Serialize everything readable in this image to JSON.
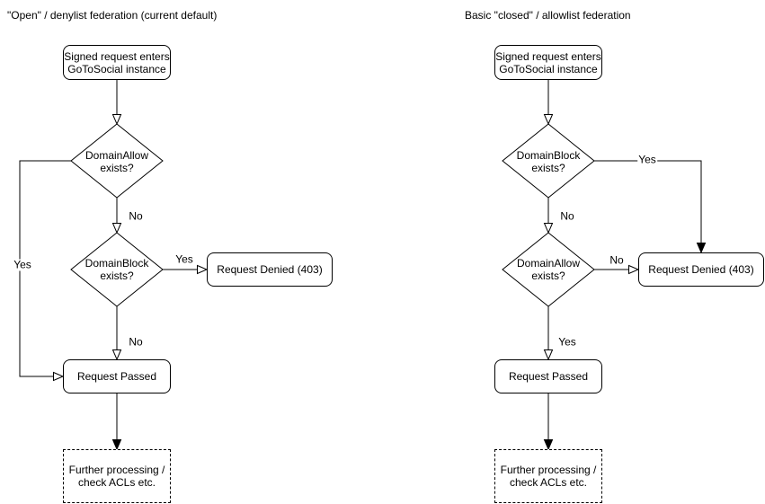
{
  "diagram": {
    "left": {
      "title": "\"Open\" / denylist federation (current default)",
      "nodes": {
        "start": "Signed request enters\nGoToSocial instance",
        "decision1": "DomainAllow\nexists?",
        "decision2": "DomainBlock\nexists?",
        "denied": "Request Denied (403)",
        "passed": "Request Passed",
        "further": "Further processing /\ncheck ACLs etc."
      },
      "edge_labels": {
        "decision1_yes": "Yes",
        "decision1_no": "No",
        "decision2_yes": "Yes",
        "decision2_no": "No"
      }
    },
    "right": {
      "title": "Basic \"closed\" / allowlist federation",
      "nodes": {
        "start": "Signed request enters\nGoToSocial instance",
        "decision1": "DomainBlock\nexists?",
        "decision2": "DomainAllow\nexists?",
        "denied": "Request Denied (403)",
        "passed": "Request Passed",
        "further": "Further processing /\ncheck ACLs etc."
      },
      "edge_labels": {
        "decision1_yes": "Yes",
        "decision1_no": "No",
        "decision2_no": "No",
        "decision2_yes": "Yes"
      }
    },
    "colors": {
      "stroke": "#000000",
      "shape_fill": "#ffffff",
      "text": "#000000",
      "background": "#ffffff"
    }
  }
}
